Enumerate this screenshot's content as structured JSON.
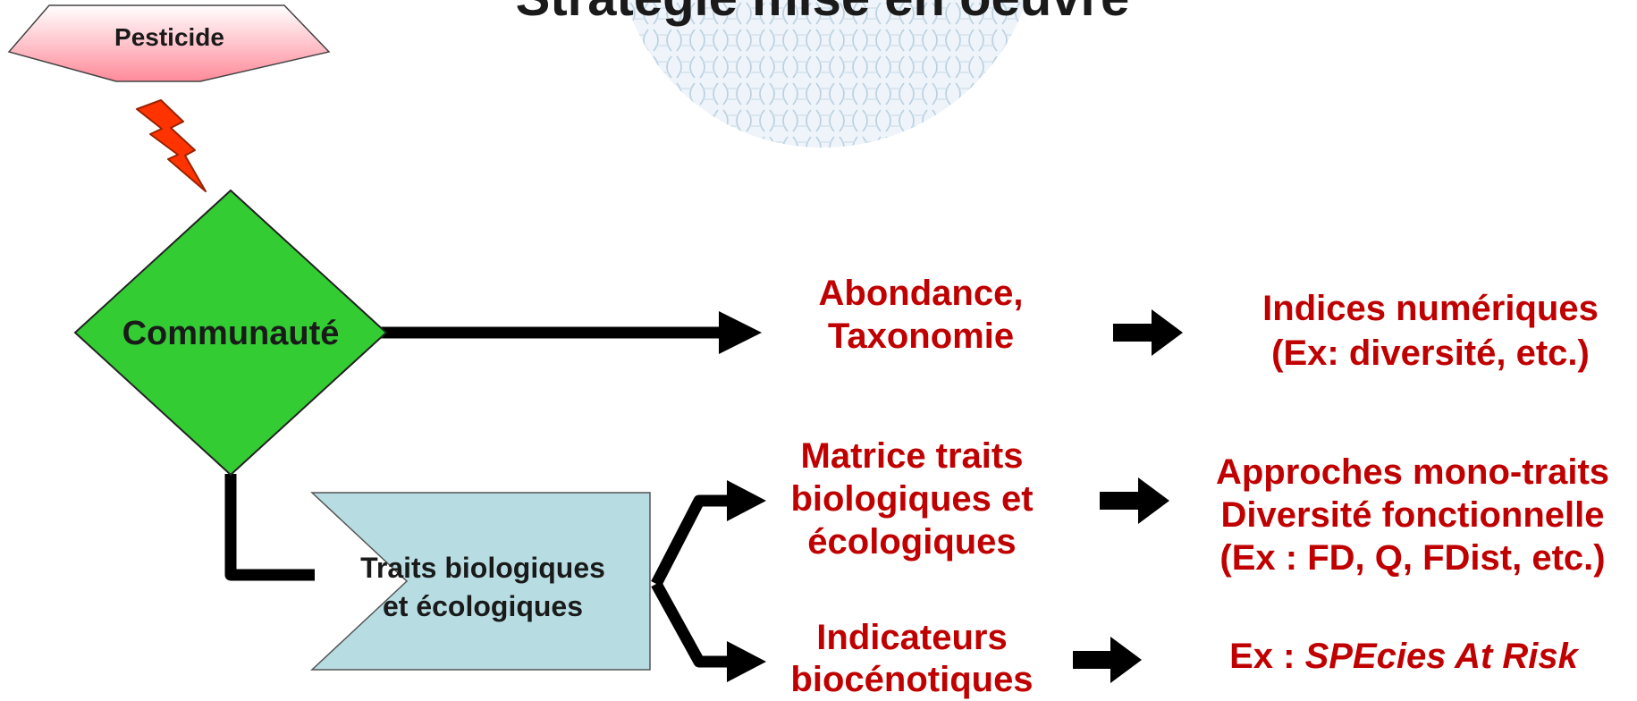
{
  "title": "Stratégie mise en oeuvre",
  "stressor": {
    "label": "Pesticide",
    "icon": "lightning-bolt-icon"
  },
  "community": {
    "label": "Communauté"
  },
  "traits_box": {
    "line1": "Traits biologiques",
    "line2": "et écologiques"
  },
  "branches": {
    "abundance": {
      "line1": "Abondance,",
      "line2": "Taxonomie"
    },
    "matrix": {
      "line1": "Matrice traits",
      "line2": "biologiques et",
      "line3": "écologiques"
    },
    "indicators": {
      "line1": "Indicateurs",
      "line2": "biocénotiques"
    }
  },
  "outcomes": {
    "numeric": {
      "line1": "Indices numériques",
      "line2": "(Ex: diversité, etc.)"
    },
    "functional": {
      "line1": "Approches mono-traits",
      "line2": "Diversité fonctionnelle",
      "line3": "(Ex : FD, Q, FDist, etc.)"
    },
    "spear": {
      "prefix": "Ex : ",
      "name": "SPEcies At Risk"
    }
  },
  "colors": {
    "accent_red": "#c00000",
    "community_green": "#33cc33",
    "traits_fill": "#b7dde3",
    "pesticide_pink": "#ff8a9a",
    "lightning": "#ff3300",
    "watermark": "#c7d9e6"
  }
}
